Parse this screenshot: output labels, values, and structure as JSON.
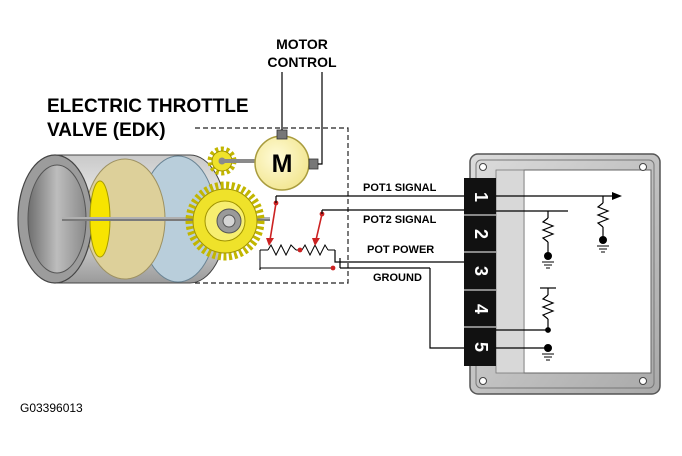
{
  "title": {
    "line1": "ELECTRIC THROTTLE",
    "line2": "VALVE (EDK)"
  },
  "motor": {
    "heading_line1": "MOTOR",
    "heading_line2": "CONTROL",
    "symbol": "M"
  },
  "signals": {
    "pot1": "POT1 SIGNAL",
    "pot2": "POT2 SIGNAL",
    "pot_power": "POT POWER",
    "ground": "GROUND"
  },
  "module": {
    "pins": [
      "1",
      "2",
      "3",
      "4",
      "5"
    ]
  },
  "figure_code": "G03396013",
  "colors": {
    "throttle_yellow": "#f7e400",
    "gear_yellow": "#efe22a",
    "tan_cylinder": "#ddd09a",
    "blue_cylinder": "#b9cedb",
    "wire_red": "#cc2222",
    "module_gray": "#c9c9c9",
    "pin_block": "#111111"
  }
}
